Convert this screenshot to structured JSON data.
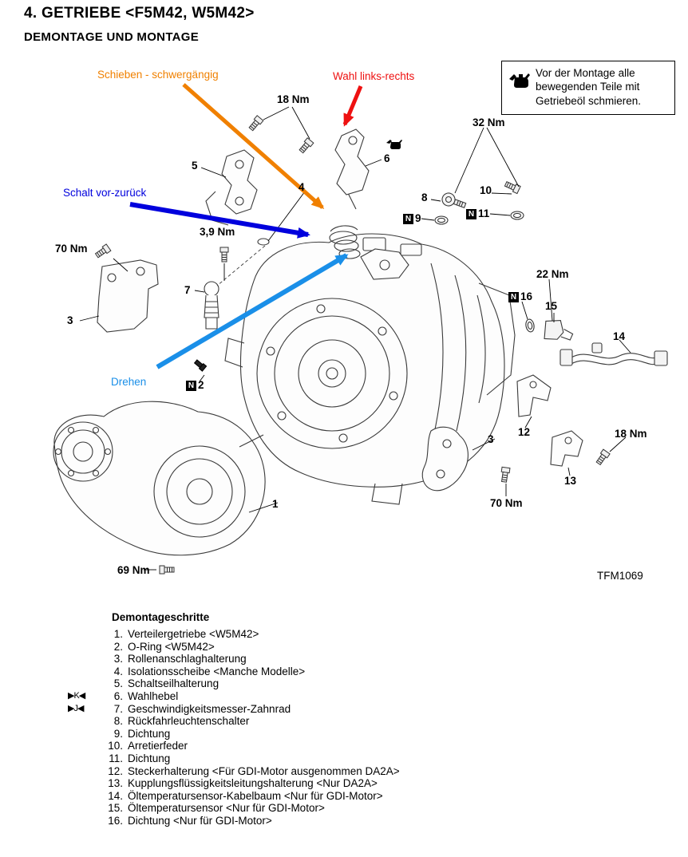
{
  "header": {
    "title": "4. GETRIEBE <F5M42, W5M42>",
    "subtitle": "DEMONTAGE UND MONTAGE"
  },
  "note": {
    "text": "Vor der Montage alle bewegenden Teile mit Getriebeöl schmieren."
  },
  "callouts": {
    "schieben": {
      "text": "Schieben - schwergängig",
      "color": "#f08000"
    },
    "wahl": {
      "text": "Wahl links-rechts",
      "color": "#ee1111"
    },
    "schalt": {
      "text": "Schalt vor-zurück",
      "color": "#0000dd"
    },
    "drehen": {
      "text": "Drehen",
      "color": "#1a8fe8"
    }
  },
  "diagram": {
    "figure_code": "TFM1069",
    "torques": {
      "t18_top": "18 Nm",
      "t32": "32 Nm",
      "t70_left": "70 Nm",
      "t39": "3,9 Nm",
      "t22": "22 Nm",
      "t18_right": "18 Nm",
      "t70_bottom": "70 Nm",
      "t69": "69 Nm"
    },
    "part_labels": {
      "p1": "1",
      "p3_left": "3",
      "p3_right": "3",
      "p4": "4",
      "p5": "5",
      "p6": "6",
      "p7": "7",
      "p8": "8",
      "p10": "10",
      "p12": "12",
      "p13": "13",
      "p14": "14",
      "p15": "15"
    },
    "n_markers": {
      "n2": {
        "letter": "N",
        "num": "2"
      },
      "n9": {
        "letter": "N",
        "num": "9"
      },
      "n11": {
        "letter": "N",
        "num": "11"
      },
      "n16": {
        "letter": "N",
        "num": "16"
      }
    }
  },
  "parts_list": {
    "heading": "Demontageschritte",
    "items": [
      {
        "marker": "",
        "num": "1.",
        "text": "Verteilergetriebe <W5M42>"
      },
      {
        "marker": "",
        "num": "2.",
        "text": "O-Ring <W5M42>"
      },
      {
        "marker": "",
        "num": "3.",
        "text": "Rollenanschlaghalterung"
      },
      {
        "marker": "",
        "num": "4.",
        "text": "Isolationsscheibe <Manche Modelle>"
      },
      {
        "marker": "",
        "num": "5.",
        "text": "Schaltseilhalterung"
      },
      {
        "marker": "▶K◀",
        "num": "6.",
        "text": "Wahlhebel"
      },
      {
        "marker": "▶J◀",
        "num": "7.",
        "text": "Geschwindigkeitsmesser-Zahnrad"
      },
      {
        "marker": "",
        "num": "8.",
        "text": "Rückfahrleuchtenschalter"
      },
      {
        "marker": "",
        "num": "9.",
        "text": "Dichtung"
      },
      {
        "marker": "",
        "num": "10.",
        "text": "Arretierfeder"
      },
      {
        "marker": "",
        "num": "11.",
        "text": "Dichtung"
      },
      {
        "marker": "",
        "num": "12.",
        "text": "Steckerhalterung <Für GDI-Motor ausgenommen DA2A>"
      },
      {
        "marker": "",
        "num": "13.",
        "text": "Kupplungsflüssigkeitsleitungshalterung <Nur DA2A>"
      },
      {
        "marker": "",
        "num": "14.",
        "text": "Öltemperatursensor-Kabelbaum <Nur für GDI-Motor>"
      },
      {
        "marker": "",
        "num": "15.",
        "text": "Öltemperatursensor <Nur für GDI-Motor>"
      },
      {
        "marker": "",
        "num": "16.",
        "text": "Dichtung <Nur für GDI-Motor>"
      }
    ]
  }
}
